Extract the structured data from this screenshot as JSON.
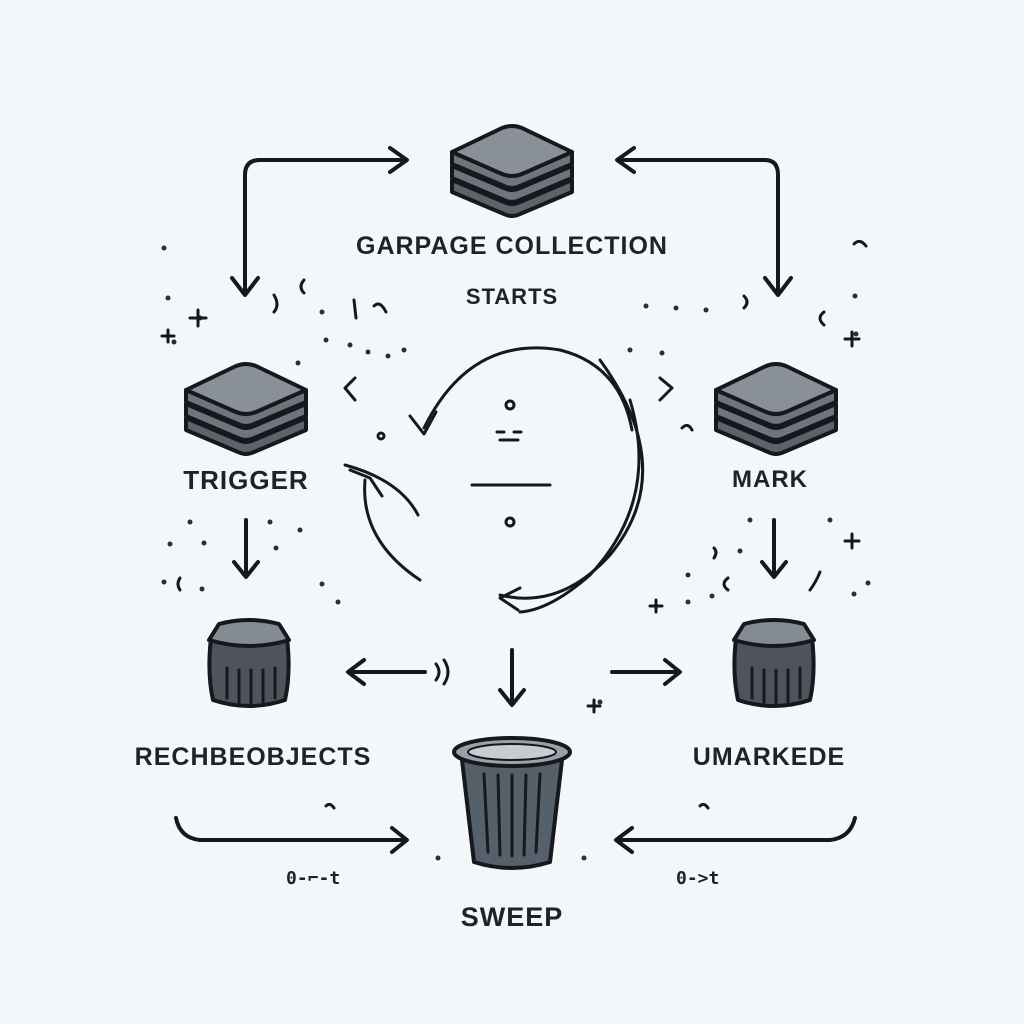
{
  "colors": {
    "background": "#f4f7f9",
    "ink": "#15191d",
    "stack_fill": "#6f757c",
    "stack_top": "#8a9097",
    "bin_fill": "#4e545b",
    "bin_lid": "#858b92"
  },
  "labels": {
    "top": "GARPAGE COLLECTION",
    "top_line2": "STARTS",
    "trigger": "TRIGGER",
    "mark": "MARK",
    "reachable": "RECHBEOBJECTS",
    "unmarked": "UMARKEDE",
    "sweep": "SWEEP",
    "bottom_left_note": "0-⌐-t",
    "bottom_right_note": "0->t"
  },
  "icons": {
    "top": "layer-stack-icon",
    "left": "layer-stack-icon",
    "right": "layer-stack-icon",
    "reachable": "bin-icon",
    "unmarked": "bin-icon",
    "sweep": "trash-can-icon",
    "center": "cycle-arrows-icon"
  }
}
